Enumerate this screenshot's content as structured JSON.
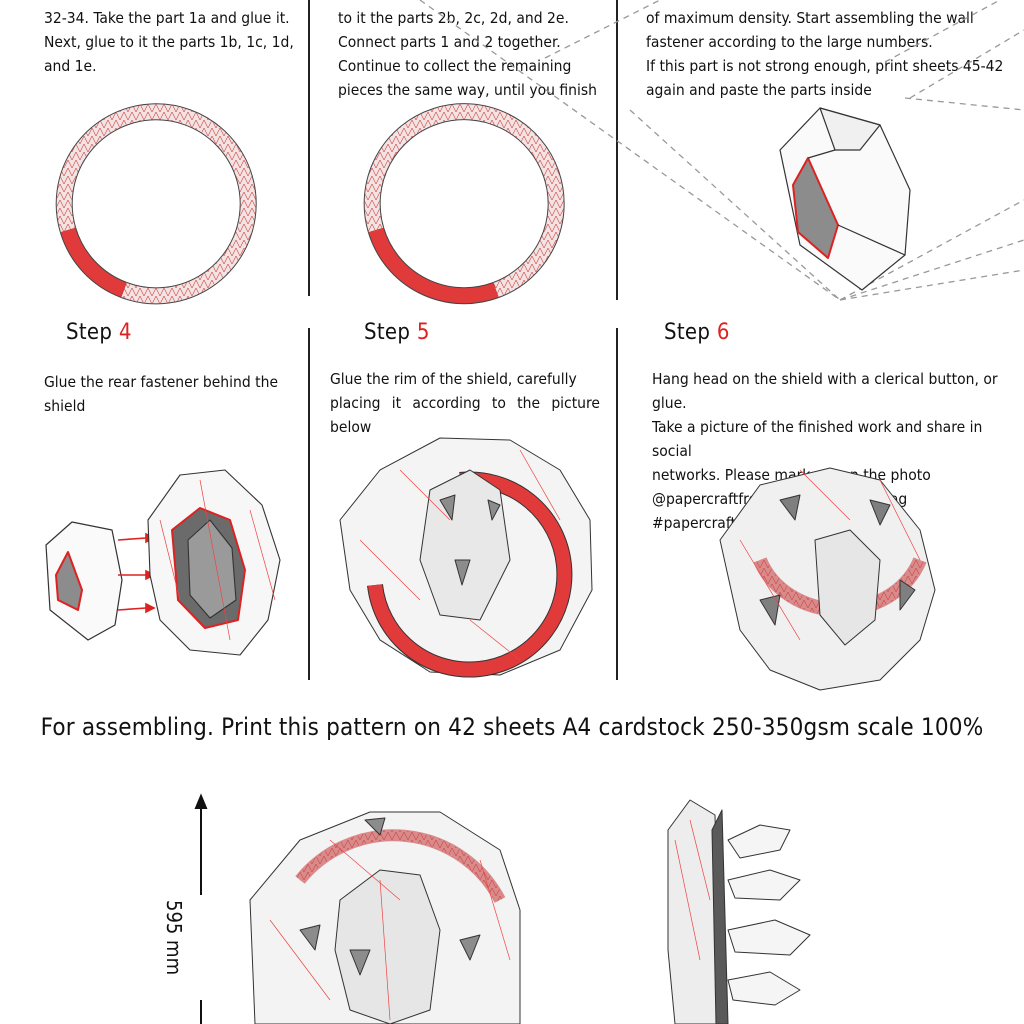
{
  "steps": [
    {
      "text": "32-34. Take the part 1a and glue it.\nNext, glue to it the parts 1b, 1c, 1d,\nand 1e."
    },
    {
      "text": "to it the parts 2b, 2c, 2d, and 2e.\nConnect parts 1 and 2 together.\nContinue to collect the remaining\npieces the same way, until you finish"
    },
    {
      "text": "of maximum density. Start assembling the wall\nfastener according to the large numbers.\nIf this part is not strong enough, print sheets 45-42\nagain and paste the parts inside"
    },
    {
      "label": "Step",
      "number": "4",
      "text": "Glue the rear fastener behind the\nshield"
    },
    {
      "label": "Step",
      "number": "5",
      "text": "Glue the rim of the shield, carefully\nplacing it according to the picture below"
    },
    {
      "label": "Step",
      "number": "6",
      "text": "Hang head on the shield with a clerical button, or glue.\nTake a picture of the finished work and share in social\nnetworks. Please mark me on the photo\n@papercraftfreak and use a hashtag #papercraftfreak"
    }
  ],
  "banner": "For assembling. Print this pattern on 42 sheets A4 cardstock 250-350gsm scale 100%",
  "dimension": "595 mm",
  "colors": {
    "accent": "#d22222",
    "fill_gray": "#8a8a8a",
    "light_gray": "#e8e8e8"
  }
}
